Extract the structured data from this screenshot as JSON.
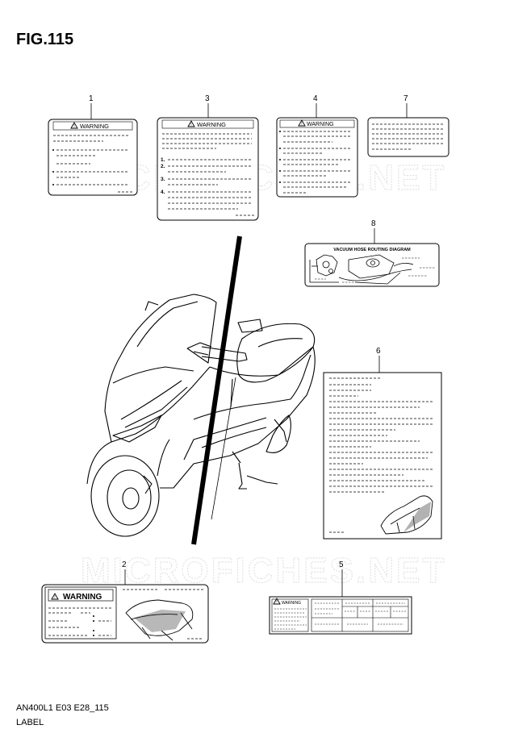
{
  "figure": {
    "title": "FIG.115"
  },
  "footer": {
    "code": "AN400L1 E03 E28_115",
    "name": "LABEL"
  },
  "callouts": [
    "1",
    "3",
    "4",
    "7",
    "8",
    "6",
    "2",
    "5"
  ],
  "labels": {
    "warning_text": "WARNING",
    "vacuum_title": "VACUUM HOSE ROUTING DIAGRAM",
    "steps": [
      "1.",
      "2.",
      "3.",
      "4."
    ]
  },
  "watermark": "MICROFICHES.NET"
}
